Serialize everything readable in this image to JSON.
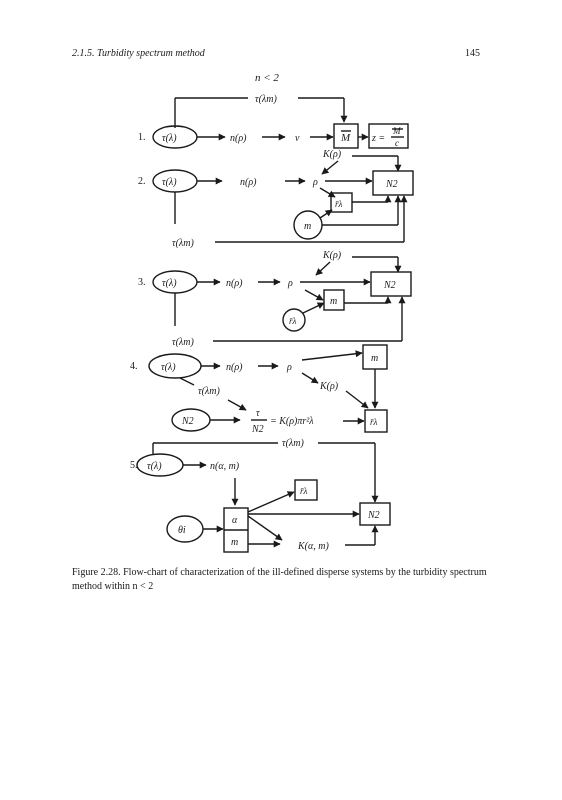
{
  "header": {
    "section": "2.1.5.  Turbidity spectrum method",
    "page_number": "145"
  },
  "condition": "n < 2",
  "rows": {
    "r1": {
      "num": "1.",
      "tau": "τ(λ)",
      "n_rho": "n(ρ)",
      "v": "v",
      "M": "M",
      "z_lhs": "z =",
      "z_num": "M",
      "z_den": "c",
      "tau_m": "τ(λm)"
    },
    "r2": {
      "num": "2.",
      "tau": "τ(λ)",
      "n_rho": "n(ρ)",
      "rho": "ρ",
      "K": "K(ρ)",
      "N2": "N2",
      "r_lambda": "r̄λ",
      "m": "m",
      "tau_m": "τ(λm)"
    },
    "r3": {
      "num": "3.",
      "tau": "τ(λ)",
      "n_rho": "n(ρ)",
      "rho": "ρ",
      "K": "K(ρ)",
      "N2": "N2",
      "r_lambda": "r̄λ",
      "m": "m",
      "tau_m": "τ(λm)"
    },
    "r4": {
      "num": "4.",
      "tau": "τ(λ)",
      "n_rho": "n(ρ)",
      "rho": "ρ",
      "K": "K(ρ)",
      "m": "m",
      "tau_m": "τ(λm)",
      "N2": "N2",
      "eq_num": "τ",
      "eq_den": "N2",
      "eq_rhs": "= K(ρ)πr²λ",
      "r_lambda": "r̄λ"
    },
    "r5": {
      "num": "5.",
      "tau": "τ(λ)",
      "n_am": "n(α, m)",
      "tau_m": "τ(λm)",
      "r_lambda": "r̄λ",
      "theta": "θi",
      "alpha": "α",
      "m": "m",
      "N2": "N2",
      "K_am": "K(α, m)"
    }
  },
  "caption": "Figure 2.28.  Flow-chart of characterization of the ill-defined disperse systems by the turbidity spectrum method within n < 2"
}
